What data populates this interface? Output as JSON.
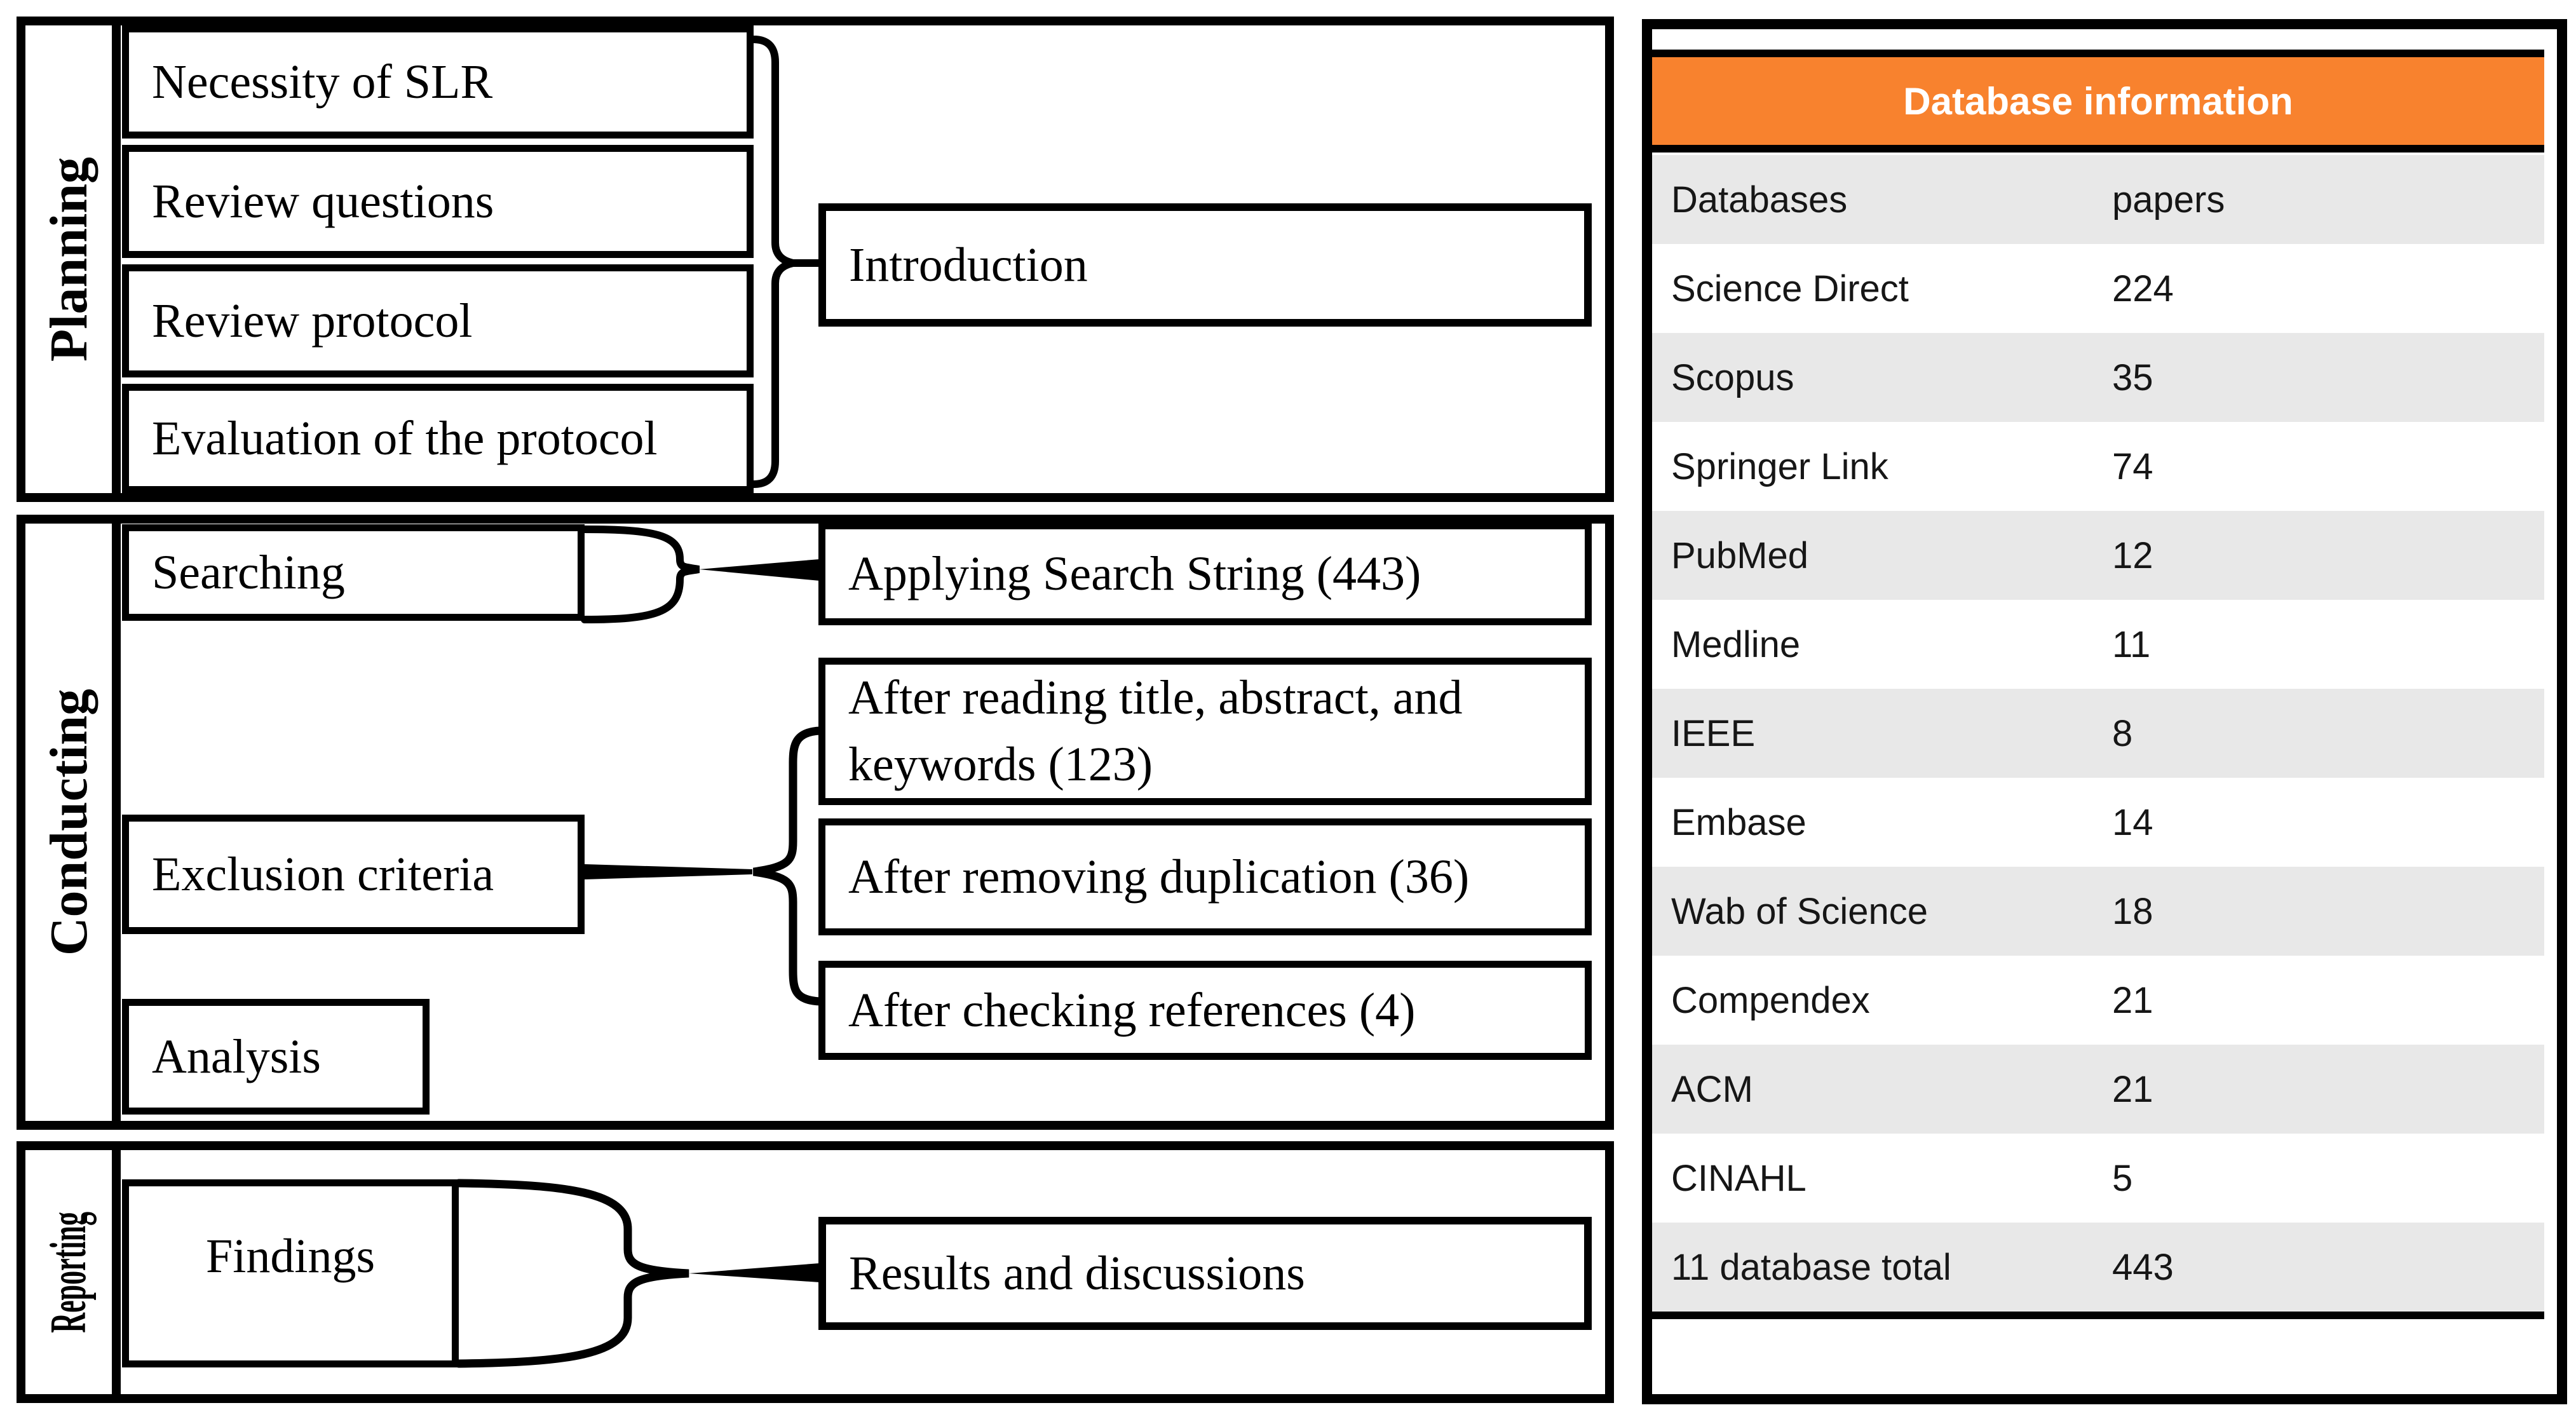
{
  "colors": {
    "accent": "#F8822E",
    "row_alt": "#E8E8E8",
    "line": "#000000"
  },
  "diagram": {
    "planning": {
      "label": "Planning",
      "items": [
        "Necessity of SLR",
        "Review questions",
        "Review protocol",
        "Evaluation of the protocol"
      ],
      "chapter": "Introduction"
    },
    "conducting": {
      "label": "Conducting",
      "searching": "Searching",
      "exclusion": "Exclusion criteria",
      "analysis": "Analysis",
      "outputs": [
        "Applying Search String (443)",
        "After reading title, abstract, and keywords (123)",
        "After removing duplication (36)",
        "After checking references (4)"
      ]
    },
    "reporting": {
      "label": "Reporting",
      "findings": "Findings",
      "chapter": "Results and discussions"
    }
  },
  "table": {
    "title": "Database information",
    "columns": [
      "Databases",
      "papers"
    ],
    "rows": [
      {
        "name": "Science Direct",
        "papers": "224"
      },
      {
        "name": "Scopus",
        "papers": "35"
      },
      {
        "name": "Springer Link",
        "papers": "74"
      },
      {
        "name": "PubMed",
        "papers": "12"
      },
      {
        "name": "Medline",
        "papers": "11"
      },
      {
        "name": "IEEE",
        "papers": "8"
      },
      {
        "name": "Embase",
        "papers": "14"
      },
      {
        "name": "Wab of Science",
        "papers": "18"
      },
      {
        "name": "Compendex",
        "papers": "21"
      },
      {
        "name": "ACM",
        "papers": "21"
      },
      {
        "name": "CINAHL",
        "papers": "5"
      }
    ],
    "total_row": {
      "name": "11 database total",
      "papers": "443"
    }
  }
}
